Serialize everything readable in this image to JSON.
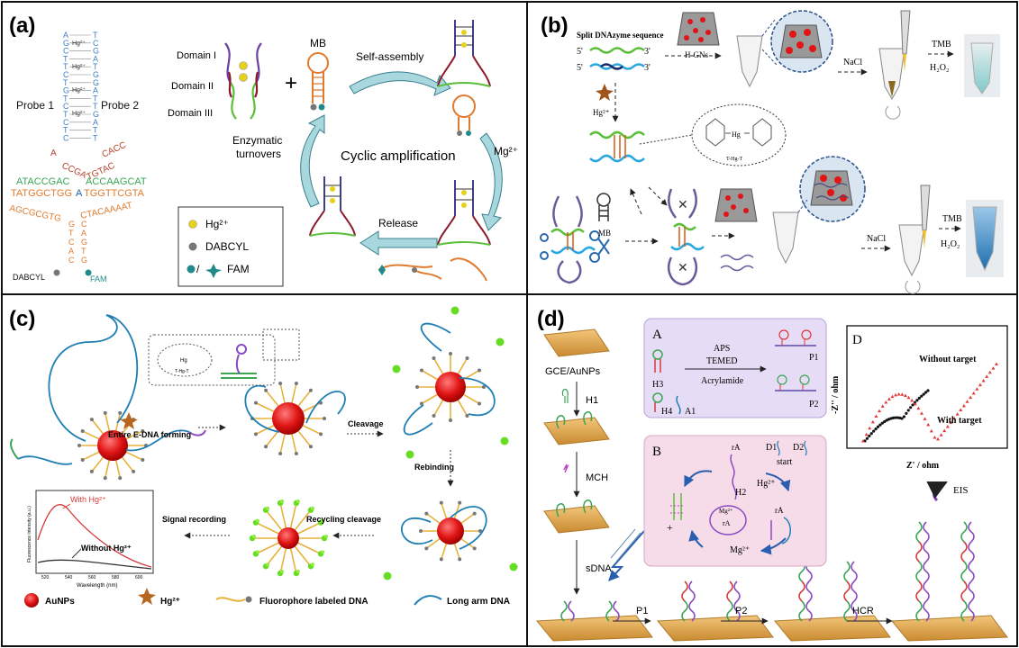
{
  "colors": {
    "probe1": "#3e7fc4",
    "probe2": "#3e7fc4",
    "loop_red": "#b5432a",
    "green_text": "#3aa655",
    "orange_text": "#e07a2e",
    "domain1": "#6a3fa0",
    "domain2": "#8b1a2a",
    "domain3": "#5bbf3a",
    "hg": "#e6d21a",
    "dabcyl": "#777777",
    "fam": "#1f8a8a",
    "arrow_fill": "#a8d8de",
    "gold": "#e8b25a",
    "aunp": "#e01515",
    "star_green": "#66dd22",
    "purple_box": "#e6dcf5",
    "pink_box": "#f6dbe9",
    "dot_red": "#e23a3a",
    "dot_black": "#111111"
  },
  "panel_a": {
    "label": "(a)",
    "probe1": "Probe 1",
    "probe2": "Probe 2",
    "hg_stem": [
      "Hg²⁺",
      "Hg²⁺",
      "Hg²⁺",
      "Hg²⁺"
    ],
    "seq_left_stem": [
      "A",
      "G",
      "C",
      "T",
      "T",
      "C",
      "T",
      "G",
      "T",
      "C",
      "T",
      "C",
      "T",
      "C"
    ],
    "seq_right_stem": [
      "T",
      "C",
      "G",
      "A",
      "T",
      "G",
      "G",
      "A",
      "T",
      "T",
      "G",
      "A",
      "T",
      "T"
    ],
    "seq_green_left": "ATACCGAC",
    "seq_green_right": "ACCAAGCAT",
    "seq_orange_left": "TATGGCTGG",
    "seq_orange_mid": "A",
    "seq_orange_right": "TGGTTCGTA",
    "loop_left": "CCGA",
    "loop_right": "TGTAC",
    "loop_top_left": "A",
    "loop_top_right": "CACC",
    "arc_bottom_left": "AGCGCGTG",
    "arc_bottom_right": "CTACAAAAT",
    "stem2": [
      "G",
      "T",
      "C",
      "A",
      "C"
    ],
    "stem2b": [
      "C",
      "A",
      "G",
      "T",
      "G"
    ],
    "dabcyl_label": "DABCYL",
    "fam_label": "FAM",
    "domain1": "Domain I",
    "domain2": "Domain II",
    "domain3": "Domain III",
    "plus": "+",
    "mb": "MB",
    "self_assembly": "Self-assembly",
    "mg": "Mg²⁺",
    "cyclic": "Cyclic amplification",
    "enzymatic": "Enzymatic",
    "turnovers": "turnovers",
    "release": "Release",
    "legend_hg": "Hg²⁺",
    "legend_dabcyl": "DABCYL",
    "legend_fam": "FAM"
  },
  "panel_b": {
    "label": "(b)",
    "split": "Split DNAzyme sequence",
    "five1": "5'",
    "three1": "3'",
    "five2": "5'",
    "three2": "3'",
    "hgns": "H-GNs",
    "nacl": "NaCl",
    "nacl2": "NaCl",
    "tmb": "TMB",
    "h2o2": "H₂O₂",
    "tmb2": "TMB",
    "h2o2_2": "H₂O₂",
    "hg": "Hg²⁺",
    "thg": "T-Hg-T",
    "mb": "MB",
    "hgchem": "Hg"
  },
  "panel_c": {
    "label": "(c)",
    "entire": "Entire E-DNA forming",
    "cleavage": "Cleavage",
    "rebinding": "Rebinding",
    "recycling": "Recycling cleavage",
    "signal": "Signal recording",
    "with_hg": "With Hg²⁺",
    "without_hg": "Without Hg²⁺",
    "ylabel": "Fluorescence intensity (a.u.)",
    "xlabel": "Wavelength (nm)",
    "xticks": [
      "520",
      "540",
      "560",
      "580",
      "600"
    ],
    "legend_aunp": "AuNPs",
    "legend_hg": "Hg²⁺",
    "legend_fluor": "Fluorophore labeled DNA",
    "legend_long": "Long arm DNA",
    "thg": "T-Hg-T",
    "hgchem": "Hg"
  },
  "panel_d": {
    "label": "(d)",
    "gce": "GCE/AuNPs",
    "h1": "H1",
    "mch": "MCH",
    "sdna": "sDNA",
    "p1": "P1",
    "p2": "P2",
    "hcr": "HCR",
    "box_a": "A",
    "h3": "H3",
    "h4": "H4",
    "a1": "A1",
    "aps": "APS",
    "temed": "TEMED",
    "acrylamide": "Acrylamide",
    "p1_box": "P1",
    "p2_box": "P2",
    "box_b": "B",
    "ra1": "rA",
    "ra2": "rA",
    "ra3": "rA",
    "h2": "H2",
    "d1": "D1",
    "d2": "D2",
    "start": "start",
    "hg": "Hg²⁺",
    "mg": "Mg²⁺",
    "mg_inner": "Mg²⁺",
    "plus": "+",
    "box_d": "D",
    "without_target": "Without target",
    "with_target": "With target",
    "zpp": "-Z'' / ohm",
    "zp": "Z' / ohm",
    "eis": "EIS"
  }
}
